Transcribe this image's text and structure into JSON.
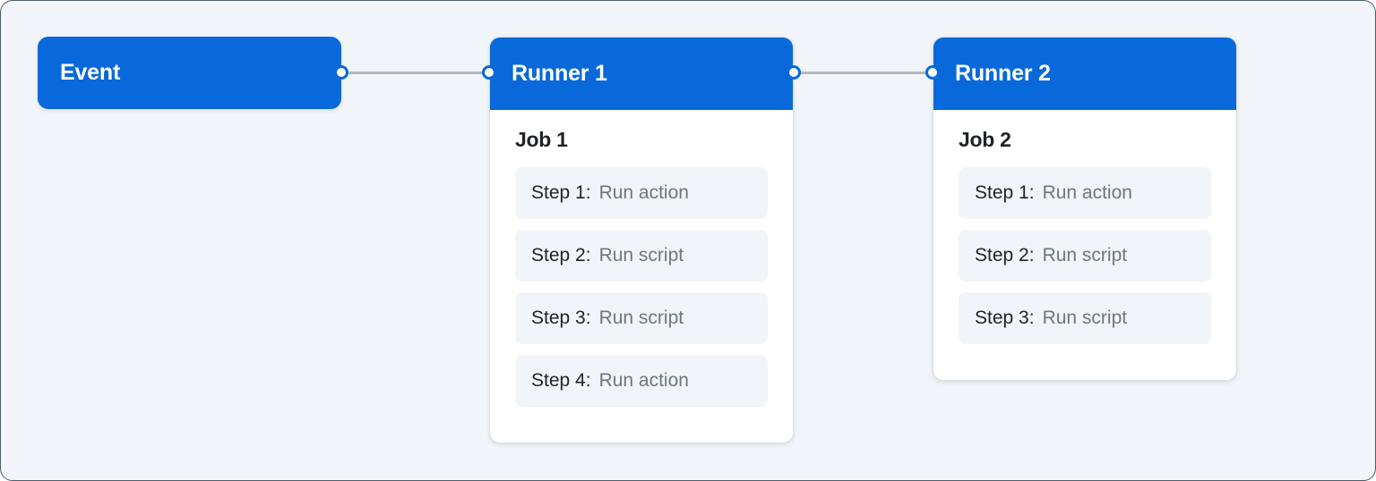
{
  "canvas": {
    "background": "#f1f5f9",
    "frame_color": "#4a5d68",
    "accent": "#0969da",
    "edge_color": "#b1b8c0",
    "chip_background": "#f1f4f8",
    "muted_text": "#6b7785",
    "dark_text": "#1f2328"
  },
  "nodes": [
    {
      "id": "event",
      "title": "Event",
      "job": null,
      "steps": []
    },
    {
      "id": "runner-1",
      "title": "Runner 1",
      "job": "Job 1",
      "steps": [
        {
          "label": "Step 1:",
          "value": "Run action"
        },
        {
          "label": "Step 2:",
          "value": "Run script"
        },
        {
          "label": "Step 3:",
          "value": "Run script"
        },
        {
          "label": "Step 4:",
          "value": "Run action"
        }
      ]
    },
    {
      "id": "runner-2",
      "title": "Runner 2",
      "job": "Job 2",
      "steps": [
        {
          "label": "Step 1:",
          "value": "Run action"
        },
        {
          "label": "Step 2:",
          "value": "Run script"
        },
        {
          "label": "Step 3:",
          "value": "Run script"
        }
      ]
    }
  ],
  "edges": [
    {
      "id": "edge-event-runner1",
      "from": "event",
      "to": "runner-1"
    },
    {
      "id": "edge-runner1-runner2",
      "from": "runner-1",
      "to": "runner-2"
    }
  ]
}
